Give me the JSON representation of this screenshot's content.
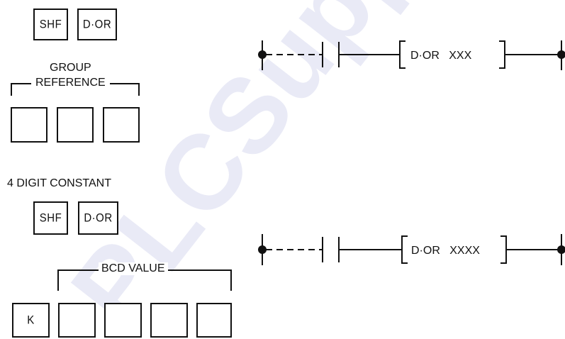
{
  "section1": {
    "keys": [
      "SHF",
      "D·OR"
    ],
    "bracket_label_line1": "GROUP",
    "bracket_label_line2": "REFERENCE",
    "ladder_instruction": "D·OR   XXX"
  },
  "section2": {
    "title": "4 DIGIT CONSTANT",
    "keys": [
      "SHF",
      "D·OR"
    ],
    "bracket_label": "BCD VALUE",
    "k_key": "K",
    "ladder_instruction": "D·OR   XXXX"
  },
  "watermark": {
    "text": "PLCSupply",
    "color": "#e9eaf6"
  }
}
